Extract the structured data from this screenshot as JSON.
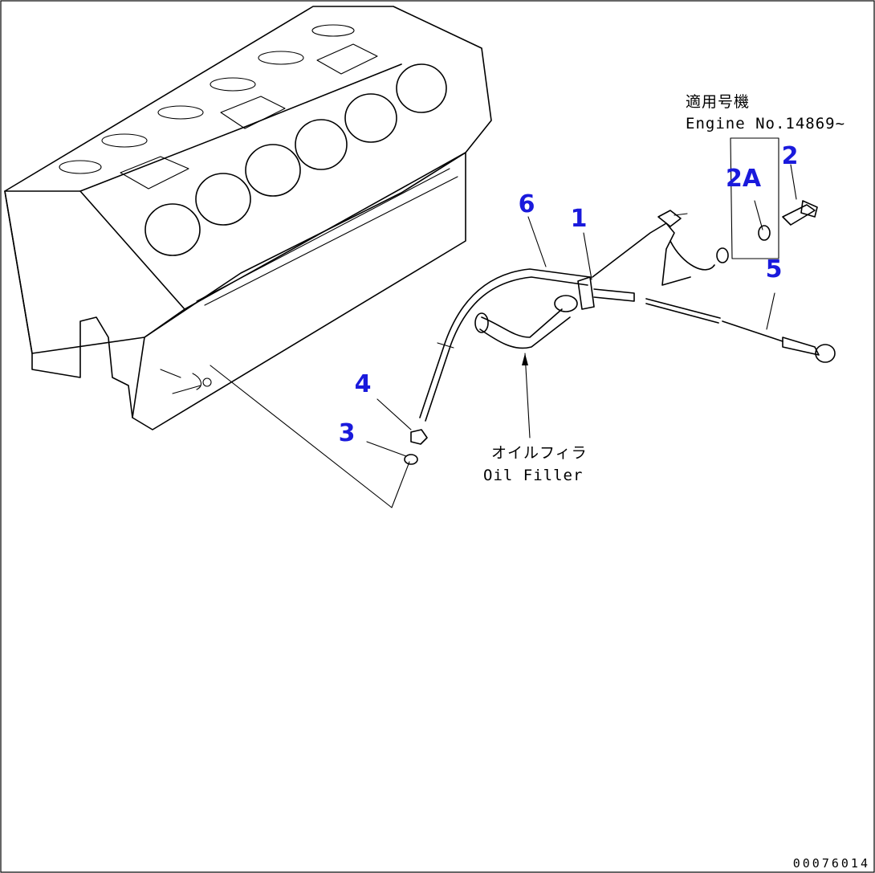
{
  "callouts": {
    "part_1": "1",
    "part_2": "2",
    "part_2A": "2A",
    "part_3": "3",
    "part_4": "4",
    "part_5": "5",
    "part_6": "6"
  },
  "applicability": {
    "jp": "適用号機",
    "en": "Engine No.14869~"
  },
  "oil_filler": {
    "jp": "オイルフィラ",
    "en": "Oil Filler"
  },
  "drawing_code": "00076014",
  "colors": {
    "callout": "#1a1adc",
    "line": "#000000",
    "background": "#ffffff"
  }
}
